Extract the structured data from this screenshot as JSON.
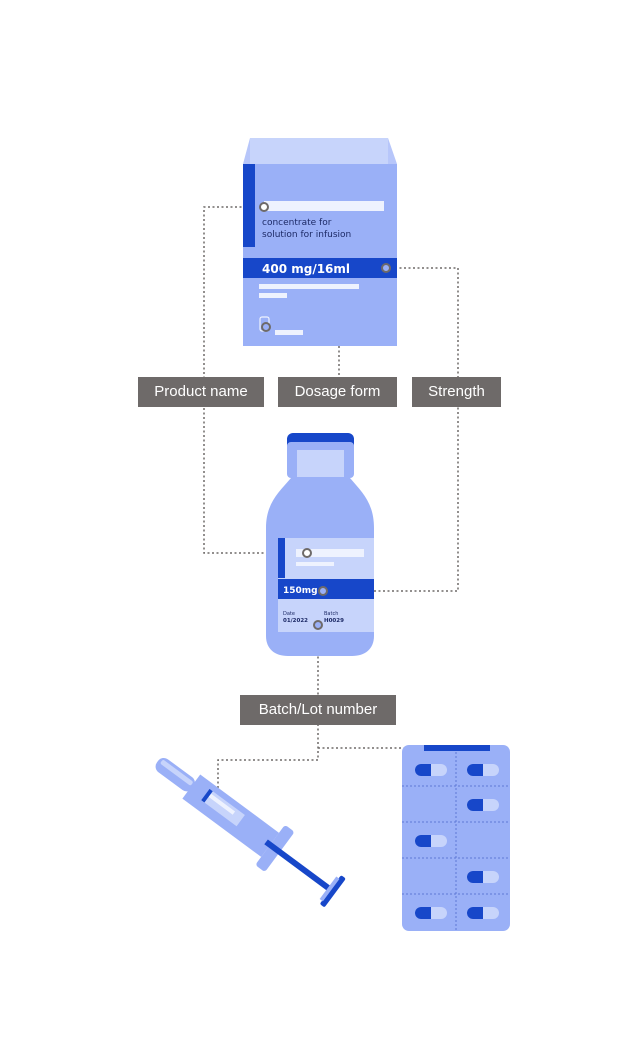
{
  "callouts": {
    "product_name": "Product name",
    "dosage_form": "Dosage form",
    "strength": "Strength",
    "batch_lot": "Batch/Lot number"
  },
  "box": {
    "form_line1": "concentrate for",
    "form_line2": "solution for infusion",
    "strength": "400 mg/16ml"
  },
  "vial": {
    "strength": "150mg",
    "date_label": "Date",
    "date_value": "01/2022",
    "batch_label": "Batch",
    "batch_value": "H0029"
  },
  "colors": {
    "light_blue": "#9ab0f7",
    "pale_blue": "#c7d4fb",
    "dark_blue": "#1747c9",
    "callout_gray": "#6e6a69",
    "connector": "#6e6a69"
  }
}
